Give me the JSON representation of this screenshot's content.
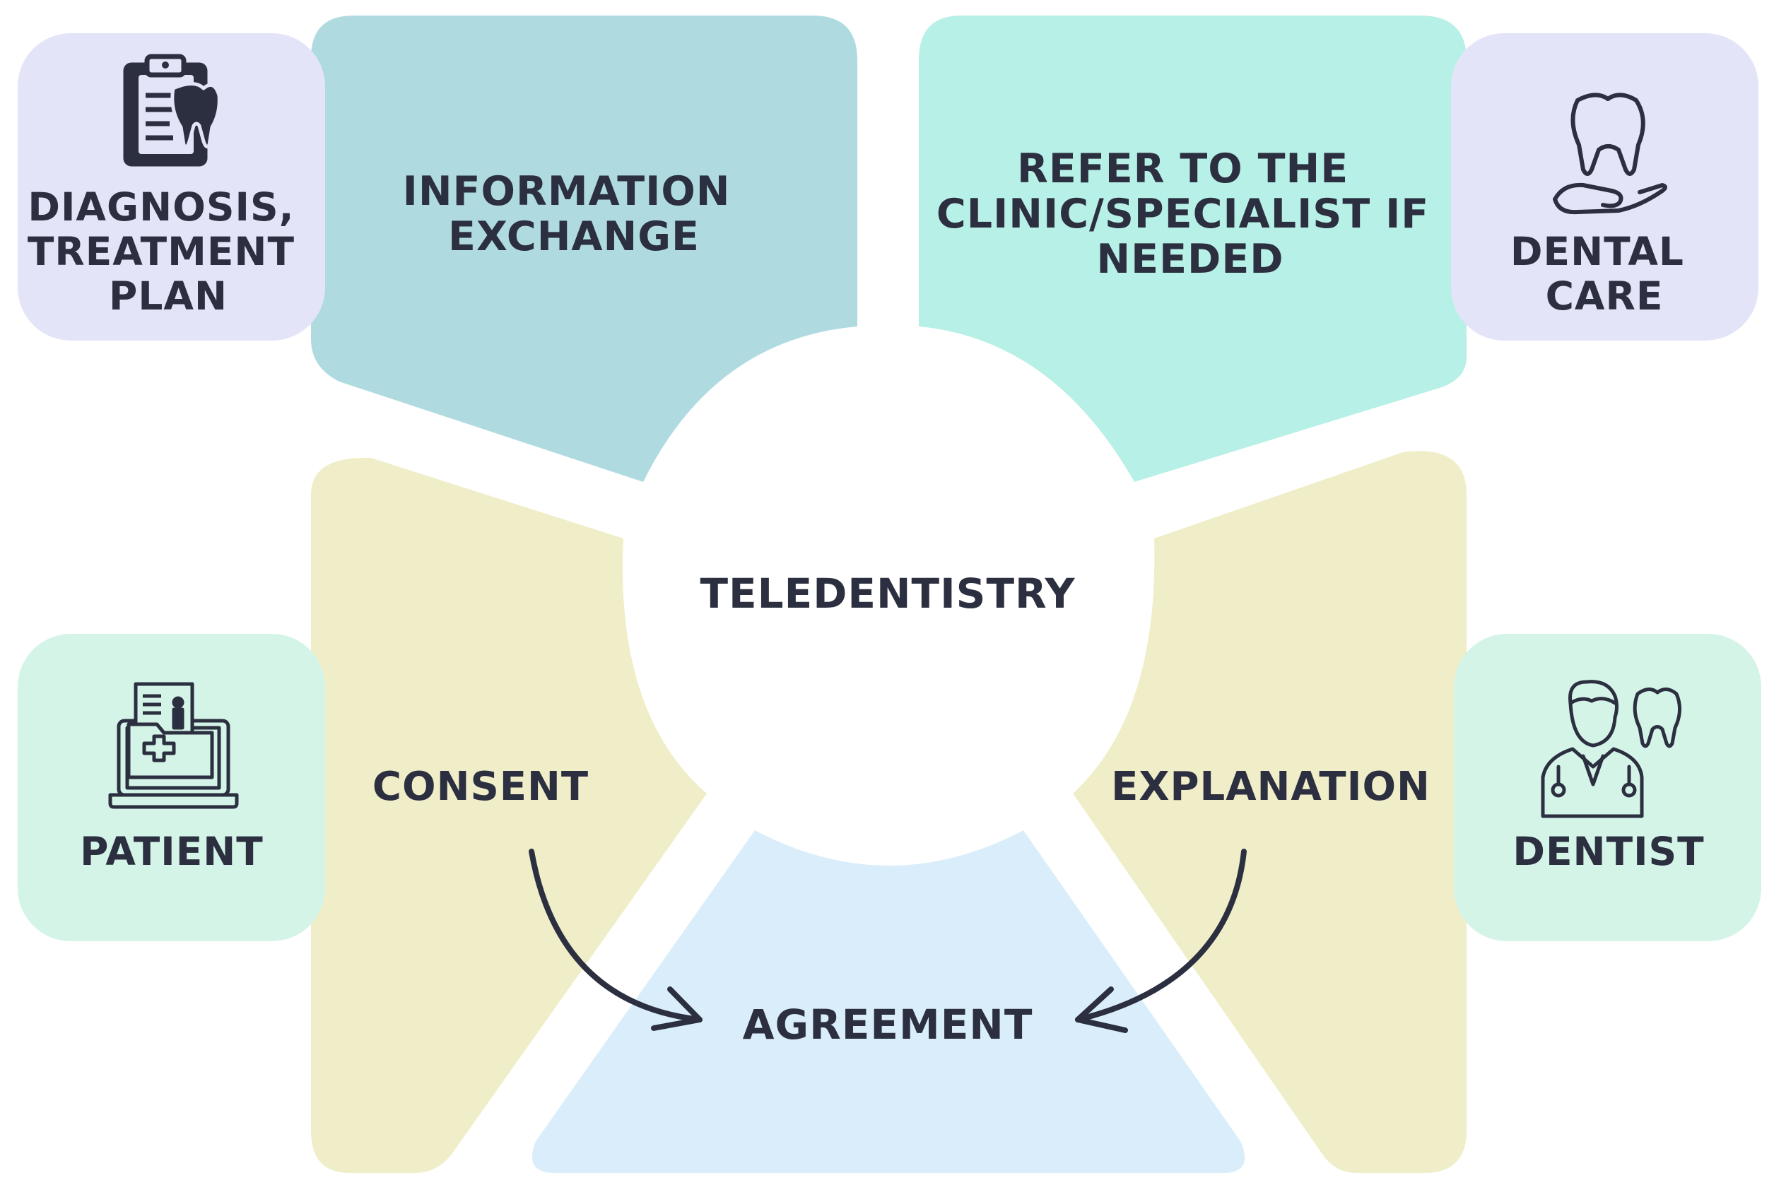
{
  "center": {
    "label": "TELEDENTISTRY"
  },
  "segments": {
    "information_exchange": [
      "INFORMATION",
      "EXCHANGE"
    ],
    "refer": [
      "REFER TO THE",
      "CLINIC/SPECIALIST IF",
      "NEEDED"
    ],
    "consent": "CONSENT",
    "explanation": "EXPLANATION",
    "agreement": "AGREEMENT"
  },
  "cards": {
    "diagnosis": {
      "lines": [
        "DIAGNOSIS,",
        "TREATMENT",
        "PLAN"
      ],
      "icon": "clipboard-tooth-icon"
    },
    "dental_care": {
      "lines": [
        "DENTAL",
        "CARE"
      ],
      "icon": "tooth-in-hand-icon"
    },
    "patient": {
      "lines": [
        "PATIENT"
      ],
      "icon": "laptop-medical-folder-icon"
    },
    "dentist": {
      "lines": [
        "DENTIST"
      ],
      "icon": "dentist-tooth-icon"
    }
  },
  "colors": {
    "teal_dark": "#afdbe0",
    "mint": "#b7f0e6",
    "sand": "#f0eec8",
    "sky": "#d9eefa",
    "lavender": "#e4e4f8",
    "mint_card": "#d5f4e8",
    "text": "#2b2f3f"
  }
}
